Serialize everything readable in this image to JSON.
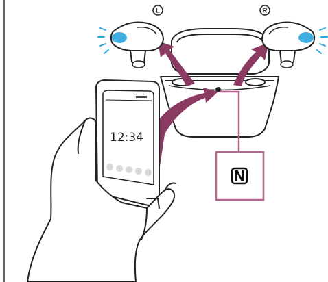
{
  "phone": {
    "time": "12:34"
  },
  "earbuds": {
    "left_marker": "L",
    "right_marker": "R",
    "indicator_color": "#2aa6e0"
  },
  "nfc_mark": {
    "symbol": "N"
  },
  "colors": {
    "arrow": "#8b3a62",
    "nfc_callout": "#b5678f",
    "line_art": "#222222"
  }
}
